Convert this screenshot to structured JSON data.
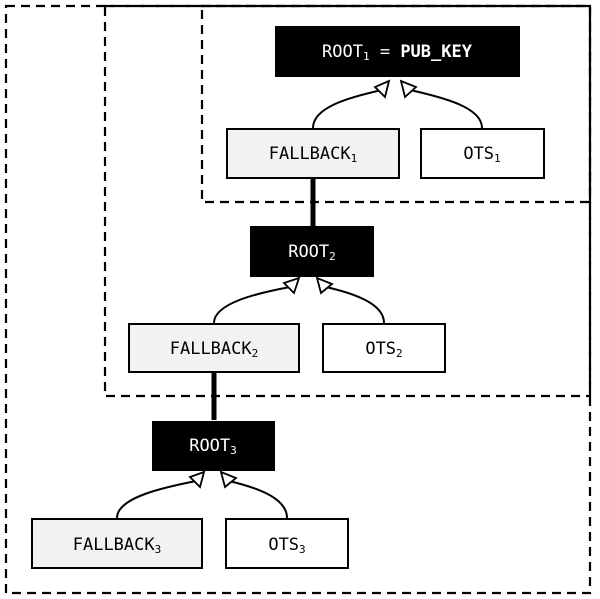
{
  "diagram": {
    "level1": {
      "root": {
        "base": "ROOT",
        "sub": "1",
        "joiner": " = ",
        "emph": "PUB_KEY"
      },
      "fallback": {
        "base": "FALLBACK",
        "sub": "1"
      },
      "ots": {
        "base": "OTS",
        "sub": "1"
      }
    },
    "level2": {
      "root": {
        "base": "ROOT",
        "sub": "2"
      },
      "fallback": {
        "base": "FALLBACK",
        "sub": "2"
      },
      "ots": {
        "base": "OTS",
        "sub": "2"
      }
    },
    "level3": {
      "root": {
        "base": "ROOT",
        "sub": "3"
      },
      "fallback": {
        "base": "FALLBACK",
        "sub": "3"
      },
      "ots": {
        "base": "OTS",
        "sub": "3"
      }
    },
    "colors": {
      "root_fill": "#000000",
      "fallback_fill": "#f2f2f2",
      "ots_fill": "#ffffff",
      "line": "#000000"
    }
  }
}
